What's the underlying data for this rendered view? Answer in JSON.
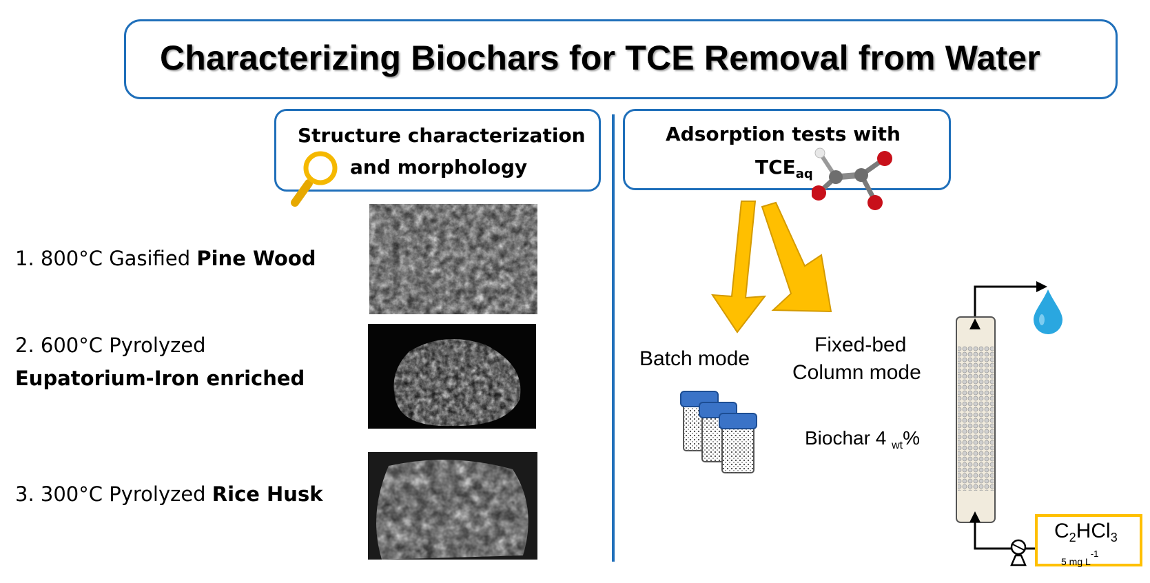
{
  "title": "Characterizing Biochars for TCE Removal from Water",
  "structure_box": {
    "line1": "Structure characterization",
    "line2": "and morphology"
  },
  "adsorption_box": {
    "line1": "Adsorption tests with",
    "tce": "TCE",
    "tce_sub": "aq"
  },
  "samples": [
    {
      "prefix": "1.   800°C Gasified ",
      "name": "Pine Wood"
    },
    {
      "prefix": "2. 600°C Pyrolyzed",
      "name": "Eupatorium-Iron enriched"
    },
    {
      "prefix": "3. 300°C Pyrolyzed ",
      "name": "Rice Husk"
    }
  ],
  "batch_label": "Batch mode",
  "column_label": {
    "line1": "Fixed-bed",
    "line2": "Column  mode"
  },
  "biochar": {
    "text": "Biochar 4 ",
    "sub": "wt",
    "pct": "%"
  },
  "feed": {
    "c": "C",
    "c_sub": "2",
    "hcl": "HCl",
    "cl_sub": "3",
    "conc": "5 mg L",
    "conc_sup": "-1"
  },
  "colors": {
    "accent": "#1f6fba",
    "arrow": "#ffbf00",
    "cap": "#3a73c7",
    "drop": "#2aa7e0",
    "feed_border": "#ffc000",
    "oxygen": "#c8101a"
  },
  "icons": [
    "magnifier-icon",
    "molecule-icon",
    "vial-icon",
    "water-drop-icon",
    "pump-icon"
  ]
}
